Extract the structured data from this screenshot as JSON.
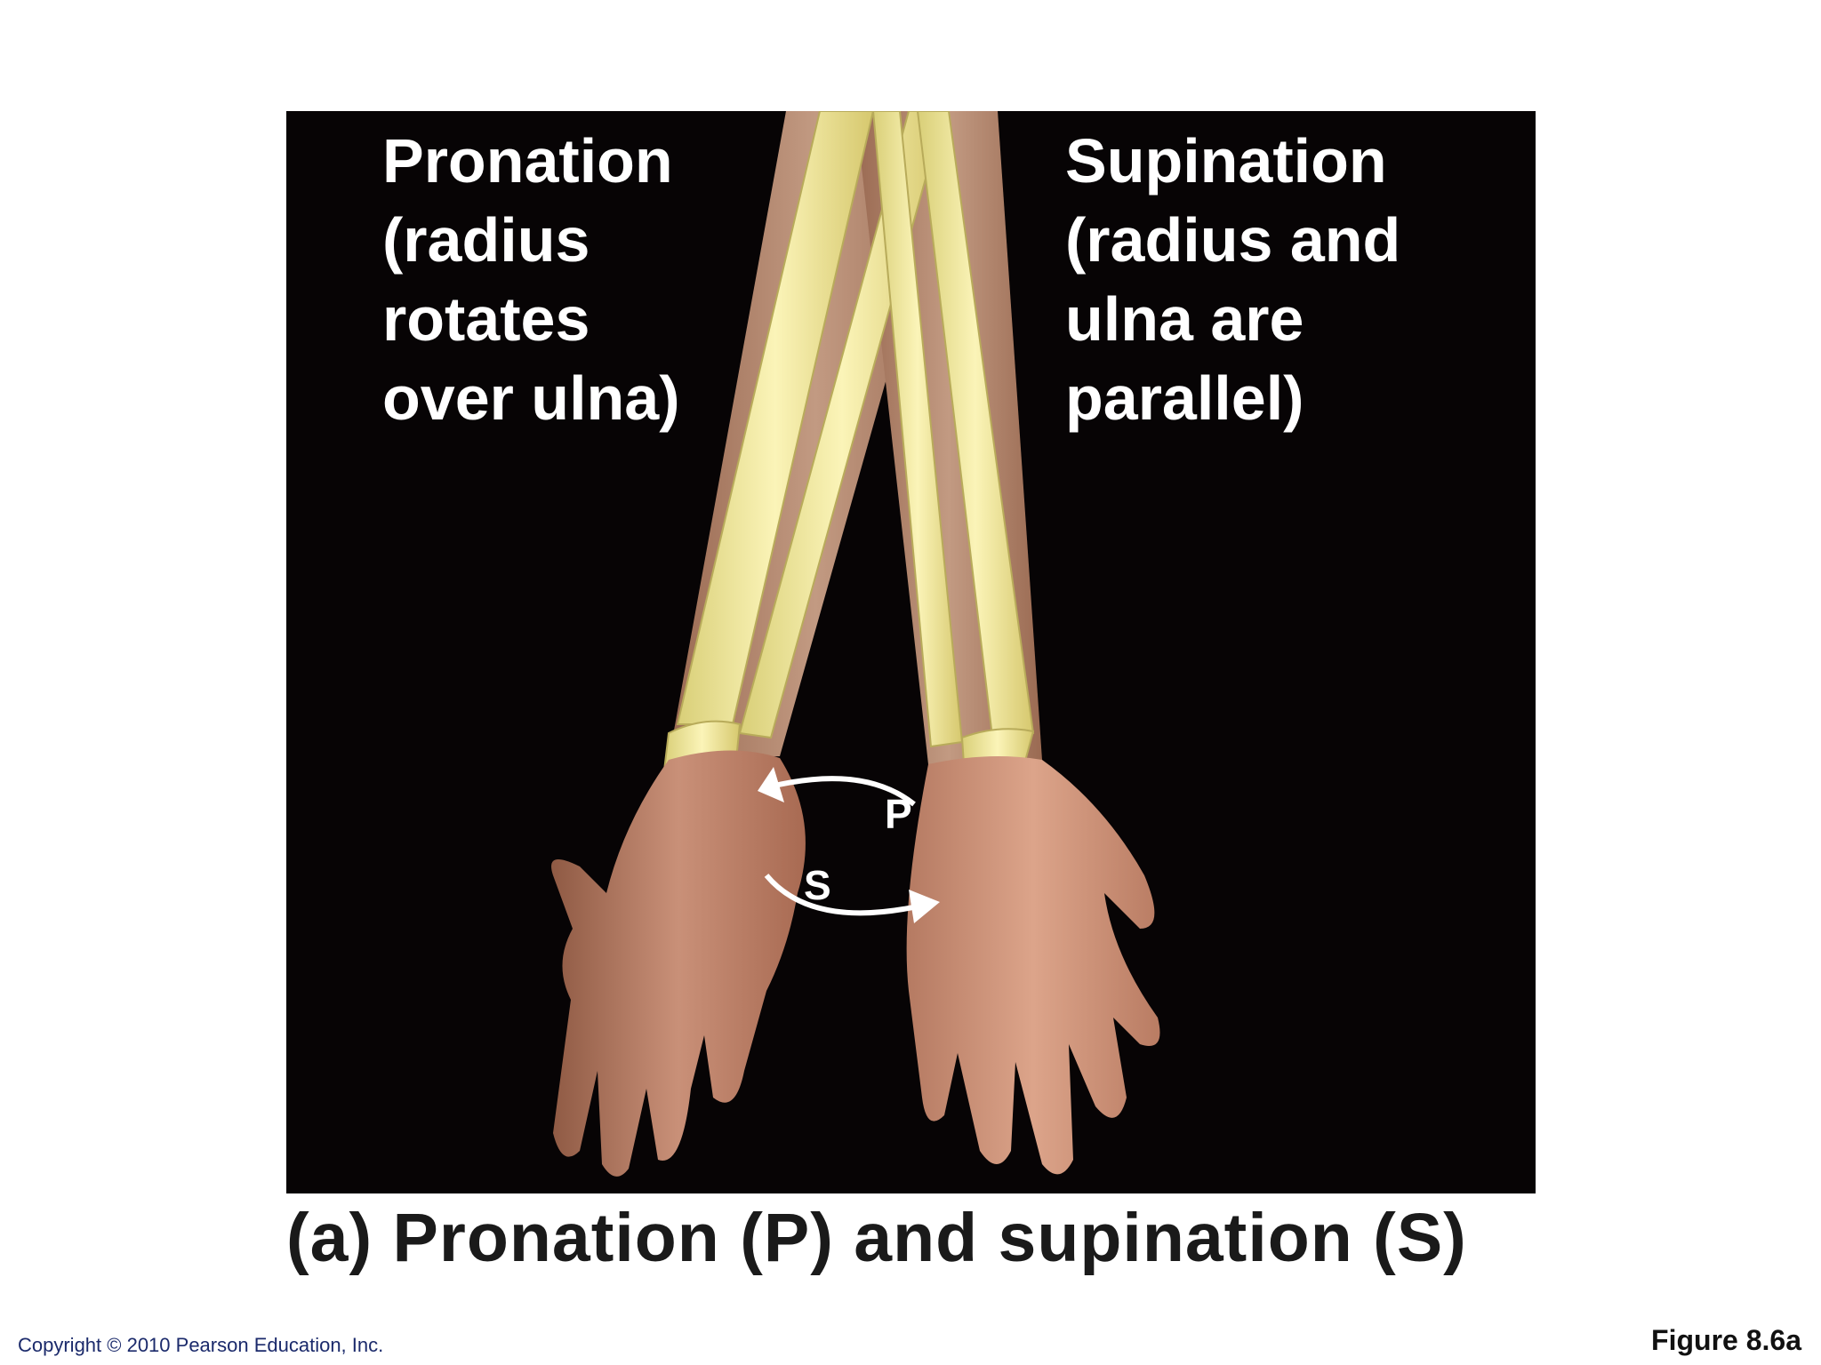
{
  "labels": {
    "pronation": "Pronation\n(radius\nrotates\nover ulna)",
    "supination": "Supination\n(radius and\nulna are\nparallel)",
    "arrow_p": "P",
    "arrow_s": "S"
  },
  "caption": "(a) Pronation (P) and supination (S)",
  "footer": {
    "copyright": "Copyright © 2010 Pearson Education, Inc.",
    "figure_number": "Figure 8.6a"
  },
  "colors": {
    "panel_background": "#070405",
    "skin": "#c98a6e",
    "bone": "#f2e9a0",
    "label_text": "#ffffff"
  }
}
